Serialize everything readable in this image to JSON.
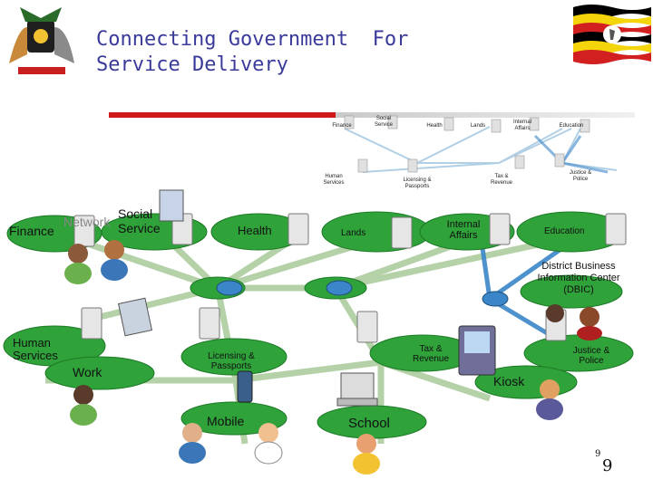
{
  "header": {
    "title_line1": "Connecting Government  For",
    "title_line2": "Service Delivery"
  },
  "upper_network": {
    "nodes": [
      "Finance",
      "Social Service",
      "Health",
      "Lands",
      "Internal Affairs",
      "Education",
      "Human Services",
      "Licensing & Passports",
      "Tax & Revenue",
      "Justice & Police"
    ]
  },
  "lower_network": {
    "finance": "Finance",
    "network_fragment": "Network",
    "social_service": "Social Service",
    "health": "Health",
    "lands": "Lands",
    "internal_affairs": "Internal Affairs",
    "education": "Education",
    "dbic": "District Business Information Center (DBIC)",
    "human_services": "Human Services",
    "work": "Work",
    "licensing": "Licensing & Passports",
    "tax": "Tax & Revenue",
    "justice": "Justice & Police",
    "kiosk": "Kiosk",
    "mobile": "Mobile",
    "school": "School"
  },
  "footer": {
    "page_small": "9",
    "page_large": "9"
  },
  "colors": {
    "title": "#3a3a9a",
    "red_bar": "#d01a1a",
    "green_disc": "#2fa23a",
    "blue_link": "#3a86c8"
  }
}
